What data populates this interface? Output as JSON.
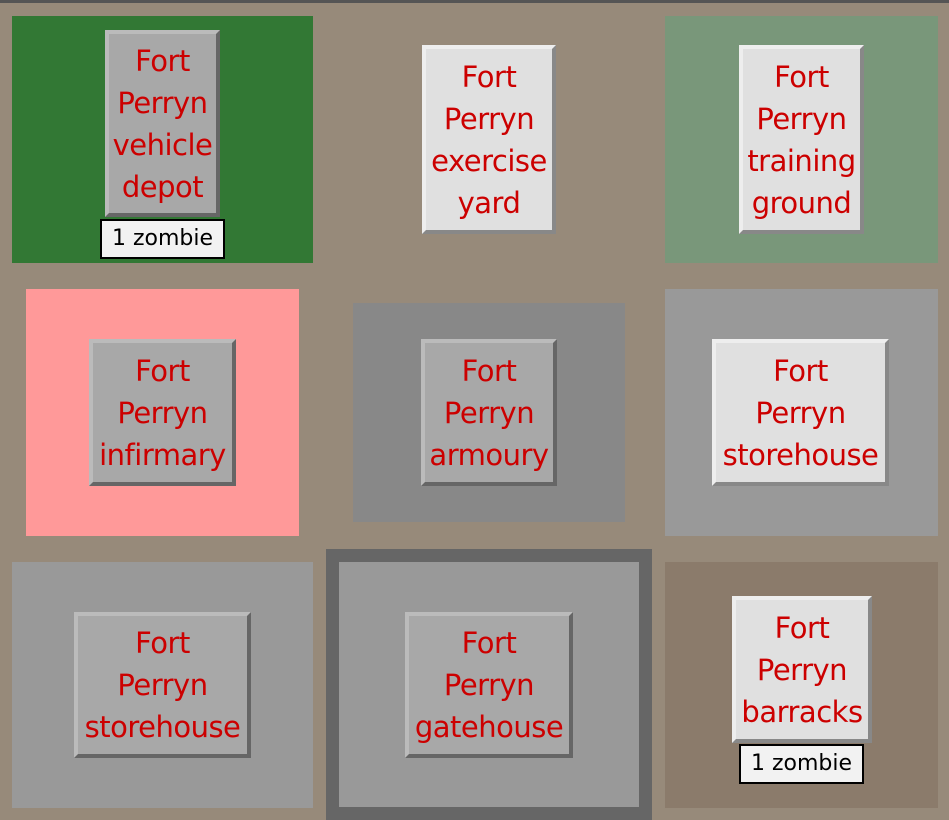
{
  "colors": {
    "background": "#978a7a",
    "green": "#327834",
    "light_green": "#79977a",
    "pink": "#ff9999",
    "gray_dark": "#888888",
    "gray": "#999999",
    "brown": "#8b7b6b",
    "gatehouse_border": "#666666",
    "text": "#cc0000"
  },
  "locations": [
    {
      "name": "Fort Perryn vehicle depot",
      "lines": [
        "Fort",
        "Perryn",
        "vehicle",
        "depot"
      ],
      "zombies": "1 zombie"
    },
    {
      "name": "Fort Perryn exercise yard",
      "lines": [
        "Fort",
        "Perryn",
        "exercise",
        "yard"
      ]
    },
    {
      "name": "Fort Perryn training ground",
      "lines": [
        "Fort",
        "Perryn",
        "training",
        "ground"
      ]
    },
    {
      "name": "Fort Perryn infirmary",
      "lines": [
        "Fort",
        "Perryn",
        "infirmary"
      ]
    },
    {
      "name": "Fort Perryn armoury",
      "lines": [
        "Fort",
        "Perryn",
        "armoury"
      ]
    },
    {
      "name": "Fort Perryn storehouse",
      "lines": [
        "Fort",
        "Perryn",
        "storehouse"
      ]
    },
    {
      "name": "Fort Perryn storehouse",
      "lines": [
        "Fort",
        "Perryn",
        "storehouse"
      ]
    },
    {
      "name": "Fort Perryn gatehouse",
      "lines": [
        "Fort",
        "Perryn",
        "gatehouse"
      ]
    },
    {
      "name": "Fort Perryn barracks",
      "lines": [
        "Fort",
        "Perryn",
        "barracks"
      ],
      "zombies": "1 zombie"
    }
  ]
}
